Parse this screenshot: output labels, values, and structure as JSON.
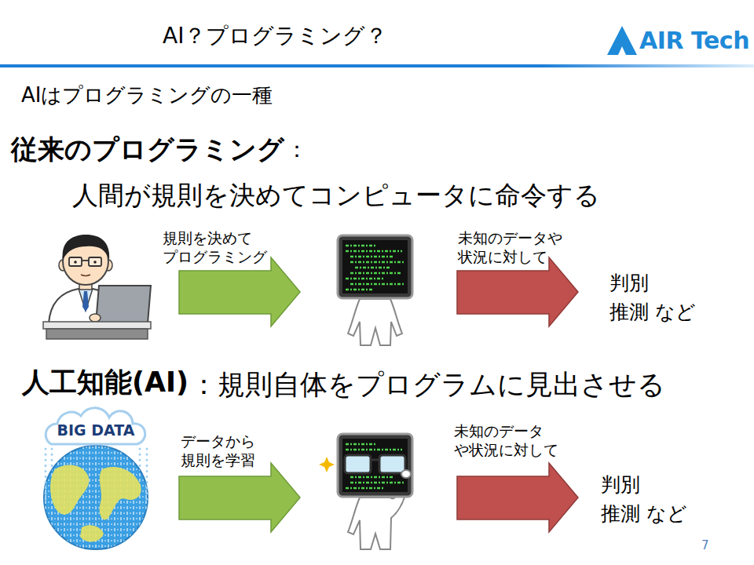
{
  "diagram": {
    "title": "AI？プログラミング？",
    "labels": [
      "AIR Tech",
      "AIはプログラミングの一種",
      "従来のプログラミング",
      "：",
      "人間が規則を決めてコンピュータに命令する",
      "規則を決めて プログラミング",
      "未知のデータや 状況に対して",
      "判別",
      "推測 など",
      "人工知能(AI)",
      "：規則自体をプログラムに見出させる",
      "BIG DATA",
      "データから 規則を学習",
      "未知のデータ や状況に対して",
      "判別",
      "推測 など",
      "7"
    ]
  }
}
